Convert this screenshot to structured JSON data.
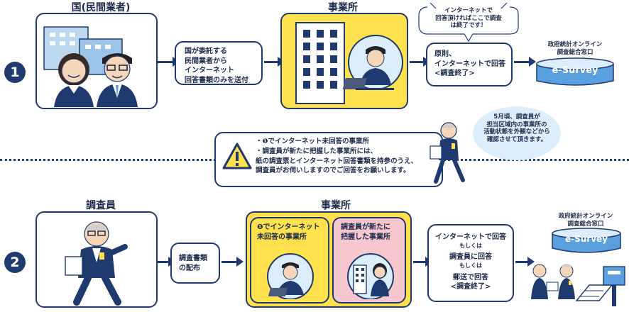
{
  "row1": {
    "num": "1",
    "org_title": "国(民間業者)",
    "step1": [
      "国が委託する",
      "民間業者から",
      "インターネット",
      "回答書類のみを送付"
    ],
    "office_title": "事業所",
    "bubble": [
      "インターネットで",
      "回答頂ければここで調査",
      "は終了です！"
    ],
    "step2": [
      "原則、",
      "インターネットで回答",
      "<調査終了>"
    ],
    "portal_label": [
      "政府統計オンライン",
      "調査総合窓口"
    ],
    "esurvey": "e-Survey"
  },
  "middle": {
    "warning_lines": [
      "・❶でインターネット未回答の事業所",
      "・調査員が新たに把握した事業所には、",
      "紙の調査票とインターネット回答書類を持参のうえ、",
      "調査員がお伺いしますのでご回答をお願いします。"
    ],
    "note_bubble": [
      "5月頃、調査員が",
      "担当区域内の事業所の",
      "活動状態を外観などから",
      "確認させて頂きます。"
    ]
  },
  "row2": {
    "num": "2",
    "surveyor_title": "調査員",
    "step1": [
      "調査書類",
      "の配布"
    ],
    "office_title": "事業所",
    "sub_a": [
      "❶でインターネット",
      "未回答の事業所"
    ],
    "sub_b": [
      "調査員が新たに",
      "把握した事業所"
    ],
    "step2_a": "インターネットで回答",
    "step2_or1": "もしくは",
    "step2_b": "調査員に回答",
    "step2_or2": "もしくは",
    "step2_c": "郵送で回答",
    "step2_end": "<調査終了>",
    "portal_label": [
      "政府統計オンライン",
      "調査総合窓口"
    ],
    "esurvey": "e-Survey"
  },
  "colors": {
    "navy": "#1f3a6e",
    "yellow": "#ffe14d",
    "pink": "#f7c6cf",
    "sky": "#5aa0de",
    "lightblue": "#dceefb"
  }
}
